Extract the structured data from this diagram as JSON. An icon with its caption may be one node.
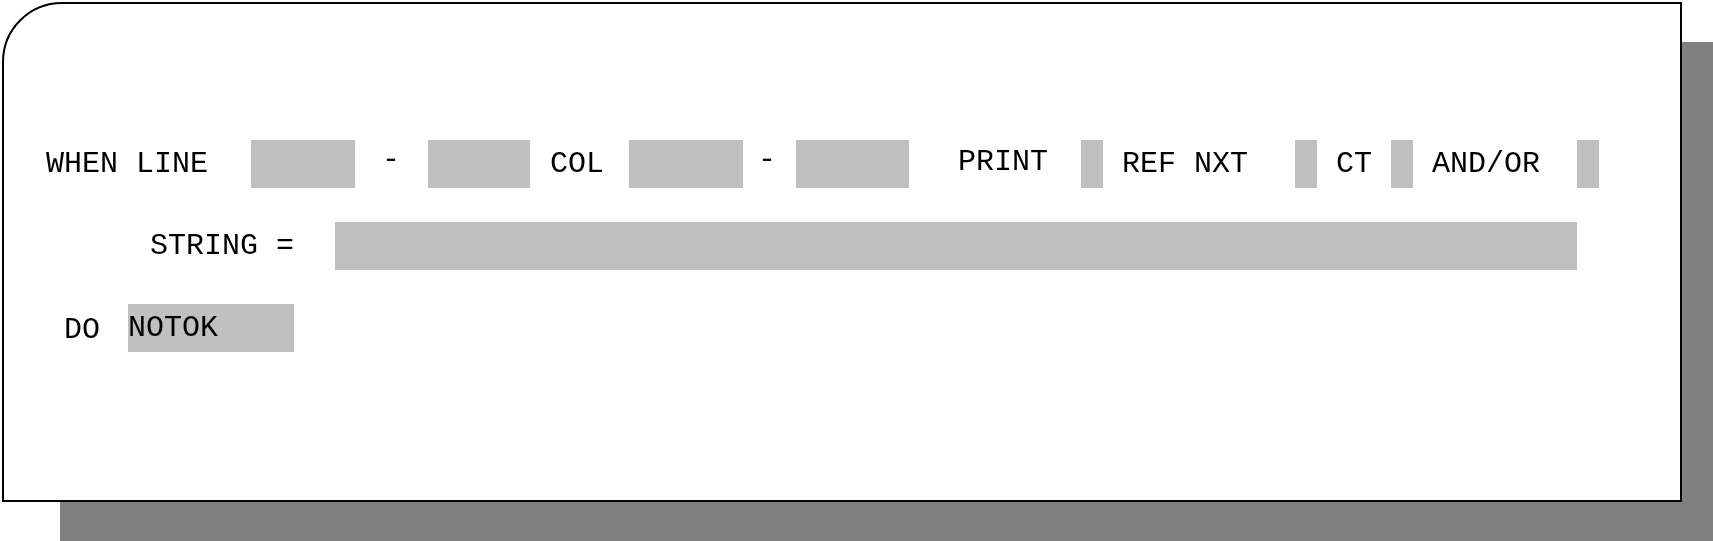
{
  "diagram": {
    "nodes": [
      {
        "text": [],
        "shape": "box"
      },
      {
        "text": [],
        "shape": "box"
      },
      {
        "text": [],
        "shape": "box"
      },
      {
        "text": [],
        "shape": "box"
      },
      {
        "text": [],
        "shape": "box"
      },
      {
        "text": [],
        "shape": "box"
      },
      {
        "text": [],
        "shape": "box"
      },
      {
        "text": [],
        "shape": "box"
      },
      {
        "text": [],
        "shape": "box"
      },
      {
        "text": [
          "NOTOK"
        ]
      }
    ],
    "labels": [
      "WHEN LINE",
      "-",
      "COL",
      "-",
      "PRINT",
      "REF NXT",
      "CT",
      "AND/OR",
      "STRING =",
      "DO"
    ]
  }
}
